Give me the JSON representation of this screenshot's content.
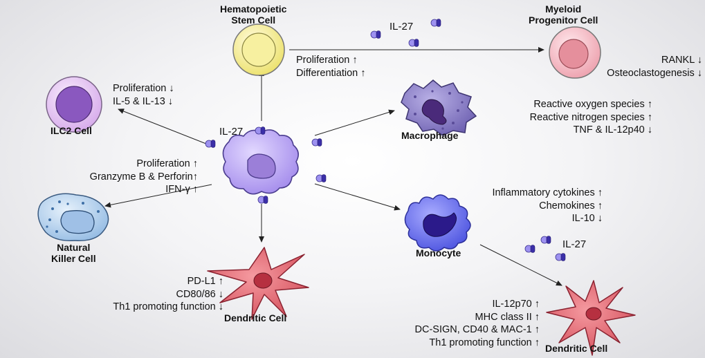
{
  "cells": {
    "hsc": "Hematopoietic\nStem Cell",
    "myeloid": "Myeloid\nProgenitor Cell",
    "ilc2": "ILC2 Cell",
    "macrophage": "Macrophage",
    "nk": "Natural\nKiller Cell",
    "monocyte": "Monocyte",
    "dc_left": "Dendritic Cell",
    "dc_right": "Dendritic Cell"
  },
  "cytokine": {
    "center": "IL-27",
    "top": "IL-27",
    "monocyte": "IL-27"
  },
  "effects": {
    "hsc": [
      "Proliferation ↑",
      "Differentiation ↑"
    ],
    "myeloid": [
      "RANKL ↓",
      "Osteoclastogenesis ↓"
    ],
    "ilc2": [
      "Proliferation ↓",
      "IL-5 & IL-13 ↓"
    ],
    "macrophage": [
      "Reactive oxygen species ↑",
      "Reactive nitrogen species ↑",
      "TNF & IL-12p40 ↓"
    ],
    "nk": [
      "Proliferation ↑",
      "Granzyme B & Perforin↑",
      "IFN-γ ↑"
    ],
    "monocyte": [
      "Inflammatory cytokines ↑",
      "Chemokines ↑",
      "IL-10 ↓"
    ],
    "dc_left": [
      "PD-L1 ↑",
      "CD80/86 ↓",
      "Th1 promoting function ↓"
    ],
    "dc_right": [
      "IL-12p70 ↑",
      "MHC class II ↑",
      "DC-SIGN, CD40 & MAC-1 ↑",
      "Th1 promoting function ↑"
    ]
  },
  "colors": {
    "hsc": "#f5ee86",
    "myeloid": "#f3b3bd",
    "ilc2": "#e5c6f2",
    "nk": "#b4d2ee",
    "macrophage": "#8f84c8",
    "monocyte": "#6d73ef",
    "dendritic": "#e0636e",
    "center_cell": "#b6a2ef",
    "il27_molecule": "#6d5fd6"
  }
}
